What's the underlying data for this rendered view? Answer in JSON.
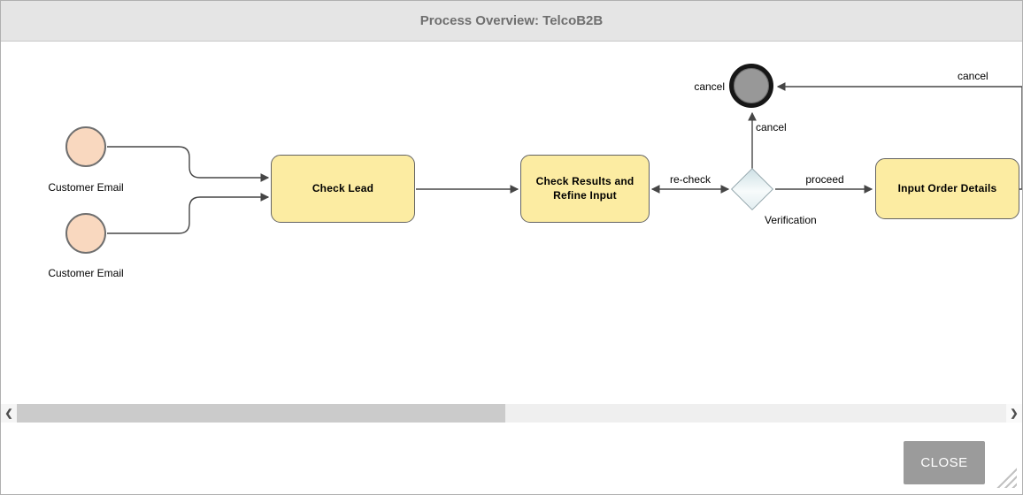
{
  "dialog": {
    "title": "Process Overview: TelcoB2B",
    "close_button": "CLOSE"
  },
  "diagram": {
    "type": "bpmn-process",
    "start_events": [
      {
        "label": "Customer Email"
      },
      {
        "label": "Customer Email"
      }
    ],
    "tasks": [
      {
        "label": "Check Lead"
      },
      {
        "label": "Check Results and Refine Input"
      },
      {
        "label": "Input Order Details"
      }
    ],
    "gateway": {
      "label": "Verification"
    },
    "end_event": {
      "label": "cancel"
    },
    "flow_labels": {
      "recheck": "re-check",
      "proceed": "proceed",
      "cancel_up": "cancel",
      "cancel_top_right": "cancel"
    },
    "colors": {
      "task_fill": "#fceca2",
      "task_border": "#636363",
      "start_event_fill": "#f9d8bf",
      "gateway_fill": "#cfe1e6",
      "end_event_ring": "#161616",
      "end_event_fill": "#989898",
      "connector": "#464646"
    }
  },
  "scrollbar": {
    "left_arrow_icon": "❮",
    "right_arrow_icon": "❯"
  },
  "colors": {
    "header_bg": "#e5e5e5",
    "title_text": "#6f6f6f",
    "close_button_bg": "#9b9b9b"
  }
}
